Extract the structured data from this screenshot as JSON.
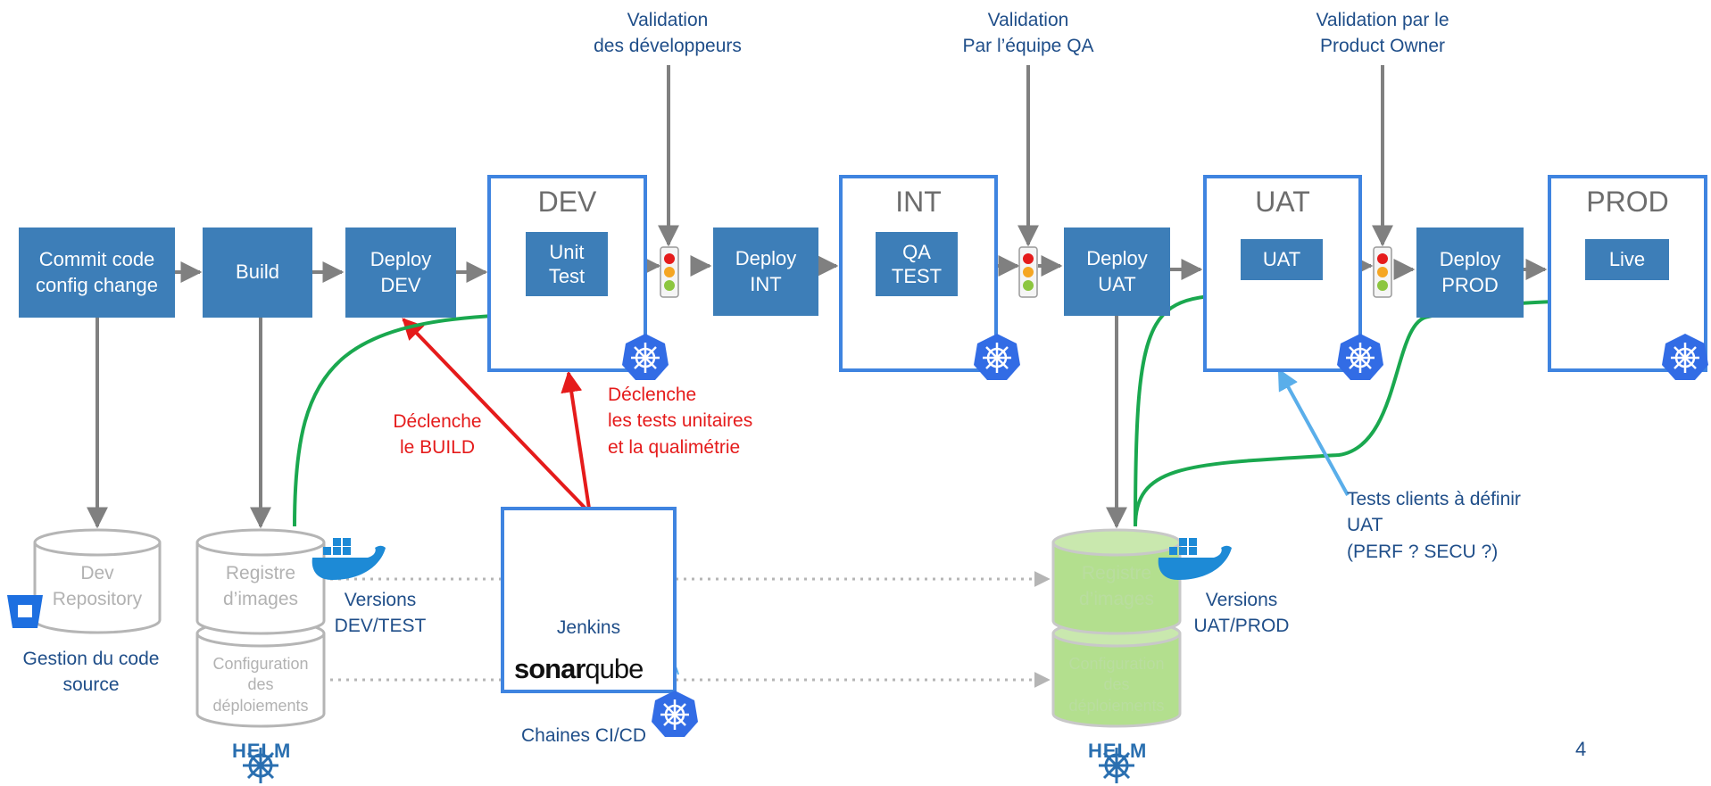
{
  "stages": {
    "commit": "Commit code\nconfig change",
    "build": "Build",
    "deploy_dev": "Deploy\nDEV",
    "deploy_int": "Deploy\nINT",
    "deploy_uat": "Deploy\nUAT",
    "deploy_prod": "Deploy\nPROD"
  },
  "environments": {
    "dev": {
      "title": "DEV",
      "inner": "Unit\nTest"
    },
    "int": {
      "title": "INT",
      "inner": "QA\nTEST"
    },
    "uat": {
      "title": "UAT",
      "inner": "UAT"
    },
    "prod": {
      "title": "PROD",
      "inner": "Live"
    }
  },
  "validations": {
    "dev": "Validation\ndes développeurs",
    "qa": "Validation\nPar l’équipe QA",
    "po": "Validation par le\nProduct Owner"
  },
  "annotations": {
    "trigger_build": "Déclenche\nle BUILD",
    "trigger_tests": "Déclenche\nles tests unitaires\net la qualimétrie",
    "client_tests": "Tests clients à définir\nUAT\n(PERF ? SECU ?)",
    "versions_dev": "Versions\nDEV/TEST",
    "versions_uat": "Versions\nUAT/PROD",
    "source_mgmt": "Gestion du code\nsource",
    "cicd": "Chaines CI/CD",
    "jenkins": "Jenkins"
  },
  "storage": {
    "dev_repo": "Dev\nRepository",
    "registry": "Registre\nd’images",
    "config": "Configuration\ndes\ndéploiements"
  },
  "logos": {
    "helm": "HELM",
    "sonar_bold": "sonar",
    "sonar_light": "qube"
  },
  "page_number": "4",
  "colors": {
    "stage_fill": "#3d7eb8",
    "env_border": "#3f84e0",
    "flow_arrow": "#808080",
    "trigger_arrow": "#e51b1b",
    "deploy_arrow": "#1aa84f",
    "client_arrow": "#5aaeea",
    "text_blue": "#1f4e89",
    "registry_green": "#b3df8e"
  },
  "icons": [
    "kubernetes-icon",
    "docker-icon",
    "helm-icon",
    "jenkins-icon",
    "bitbucket-icon",
    "traffic-light-icon"
  ]
}
